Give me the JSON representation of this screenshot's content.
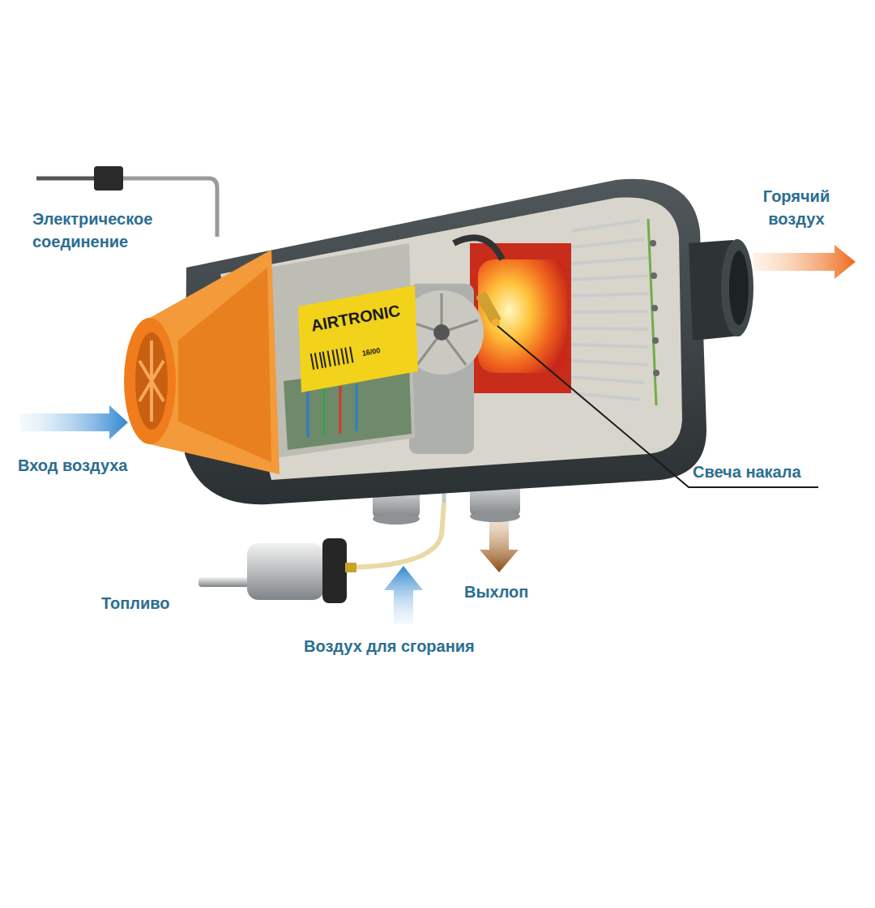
{
  "diagram": {
    "labels": [
      "Электрическое соединение",
      "Горячий воздух",
      "Вход воздуха",
      "Свеча накала",
      "Топливо",
      "Выхлоп",
      "Воздух для сгорания",
      "AIRTRONIC",
      "16/00"
    ]
  }
}
